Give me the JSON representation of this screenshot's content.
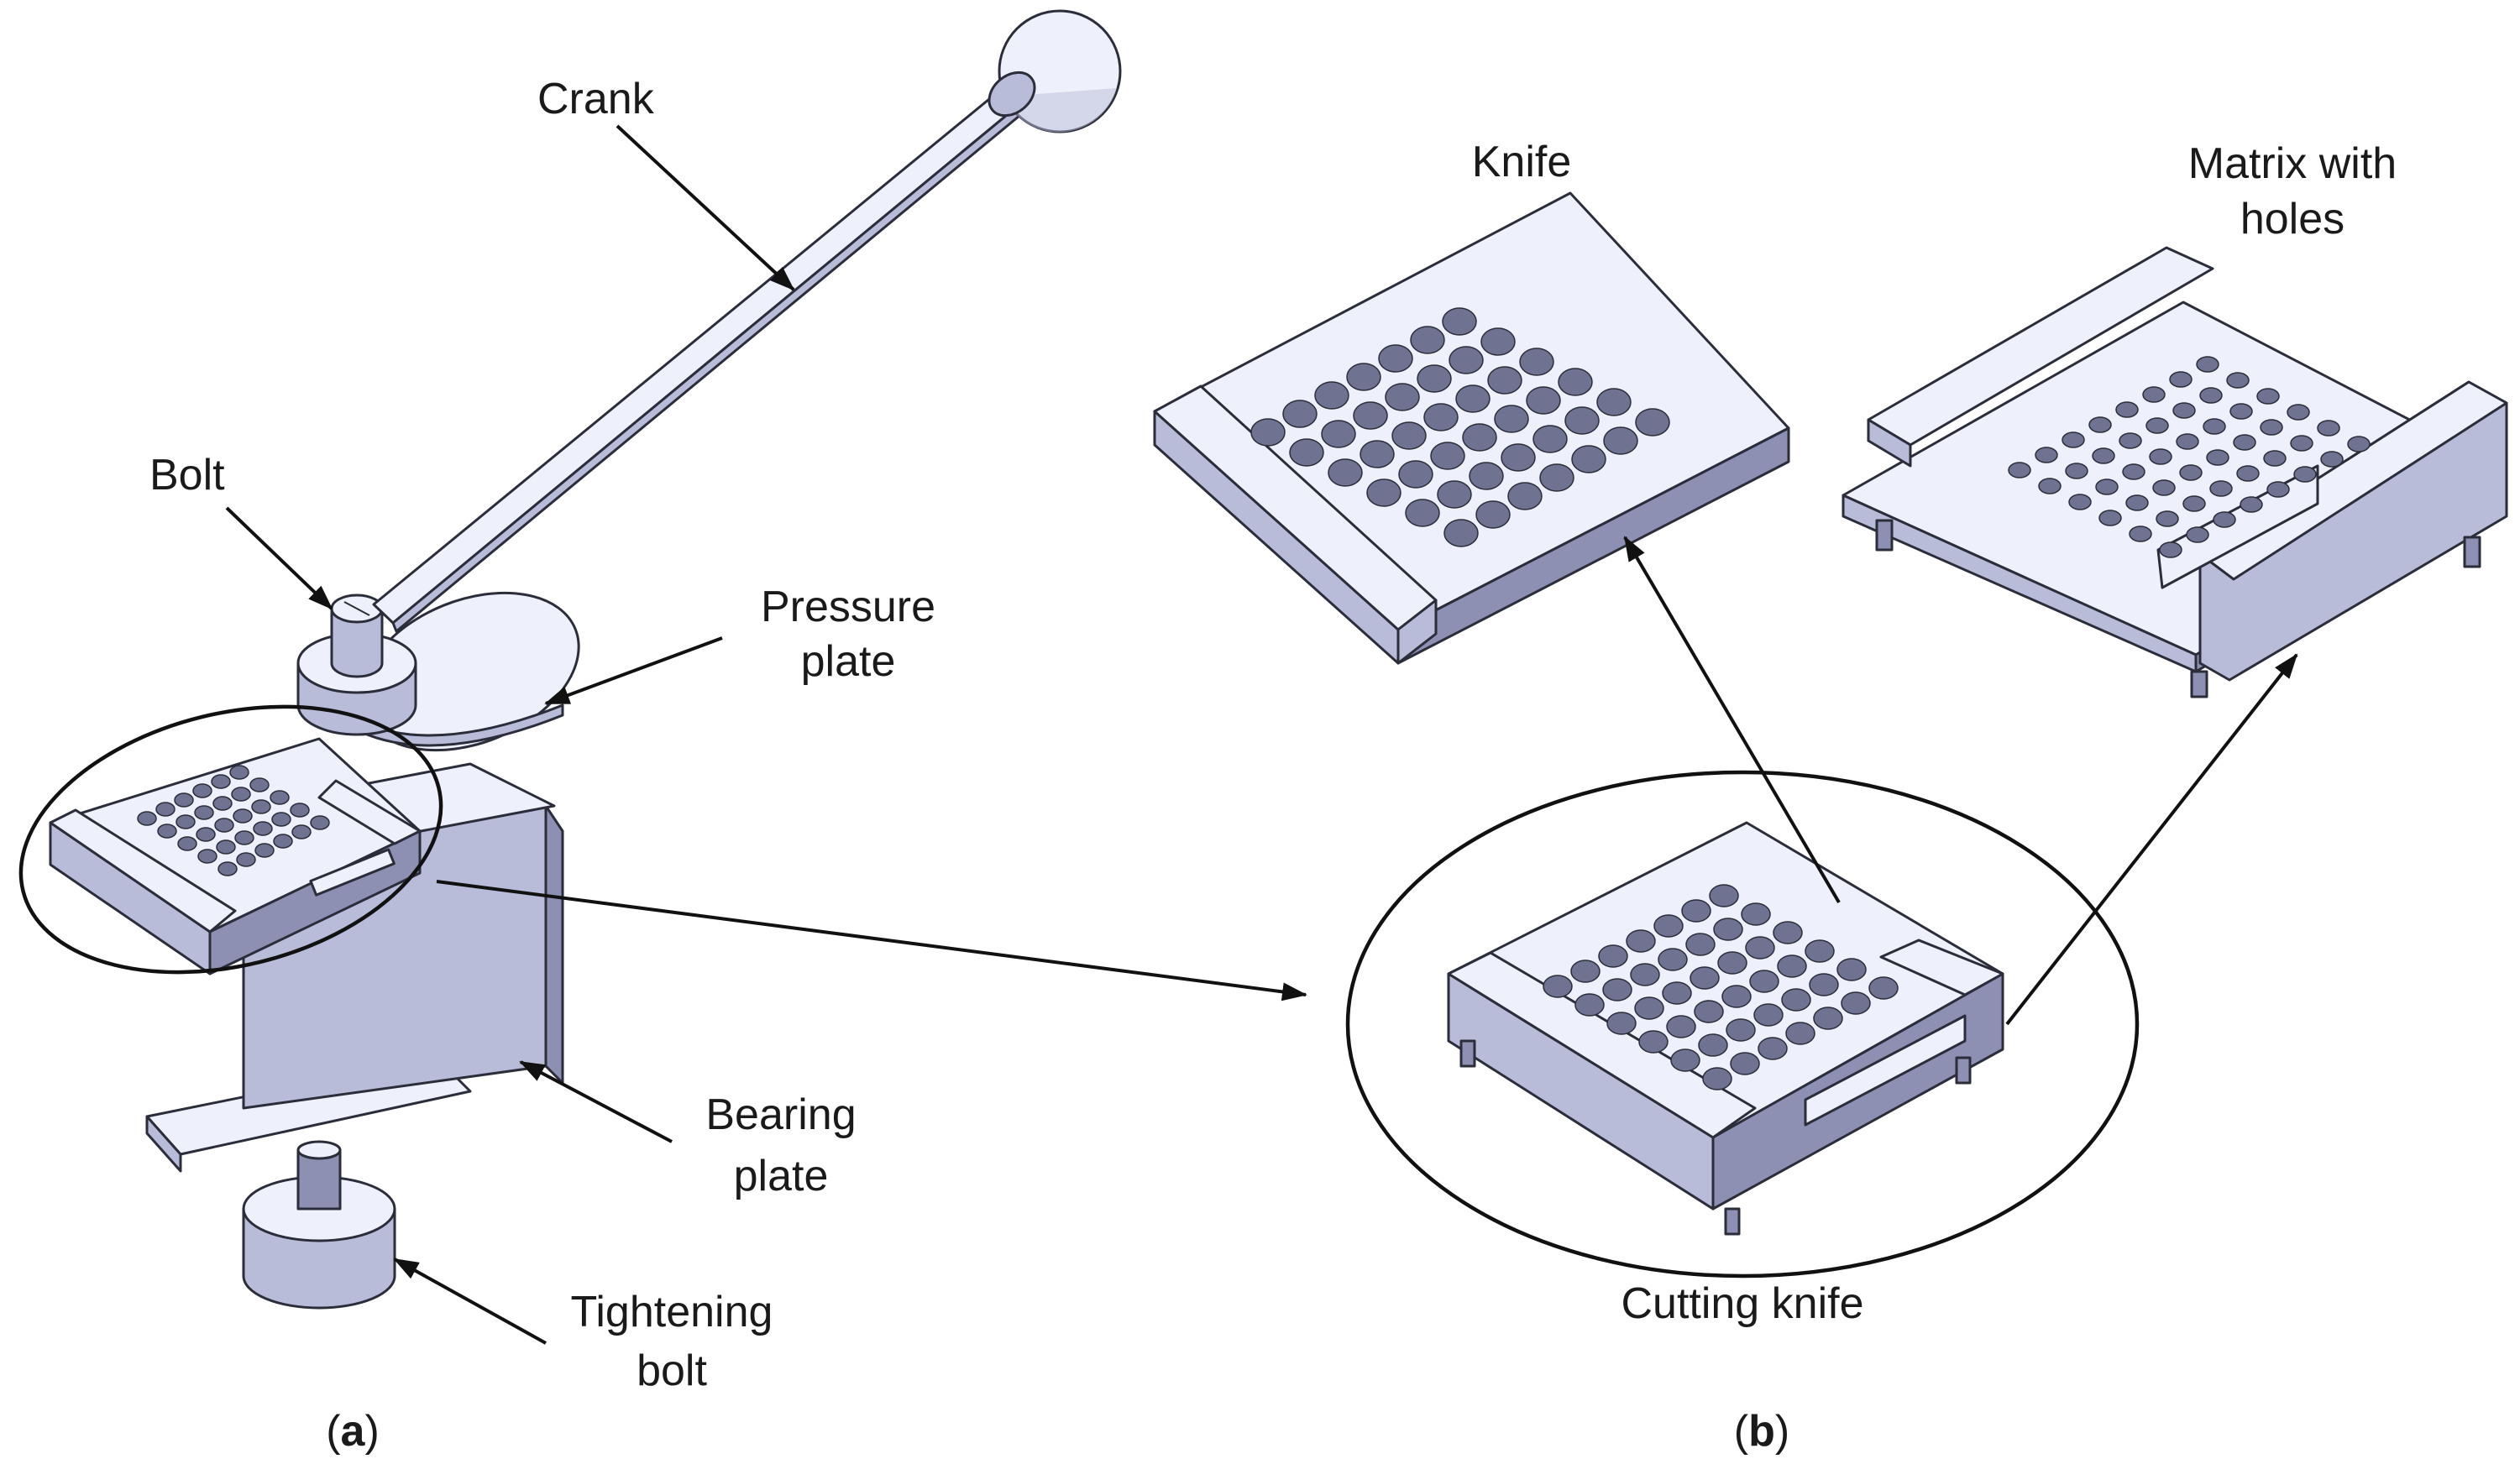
{
  "labels": {
    "crank": "Crank",
    "bolt": "Bolt",
    "pressure_plate_line1": "Pressure",
    "pressure_plate_line2": "plate",
    "bearing_plate_line1": "Bearing",
    "bearing_plate_line2": "plate",
    "tightening_bolt_line1": "Tightening",
    "tightening_bolt_line2": "bolt",
    "knife": "Knife",
    "matrix_line1": "Matrix with",
    "matrix_line2": "holes",
    "cutting_knife": "Cutting knife"
  },
  "panels": {
    "a_open": "(",
    "a_letter": "a",
    "a_close": ")",
    "b_open": "(",
    "b_letter": "b",
    "b_close": ")"
  },
  "colors": {
    "part_face": "#eef0fb",
    "part_side": "#b9bcd8",
    "part_shadow": "#8d90b3",
    "hole": "#6f7290",
    "line": "#111111"
  }
}
